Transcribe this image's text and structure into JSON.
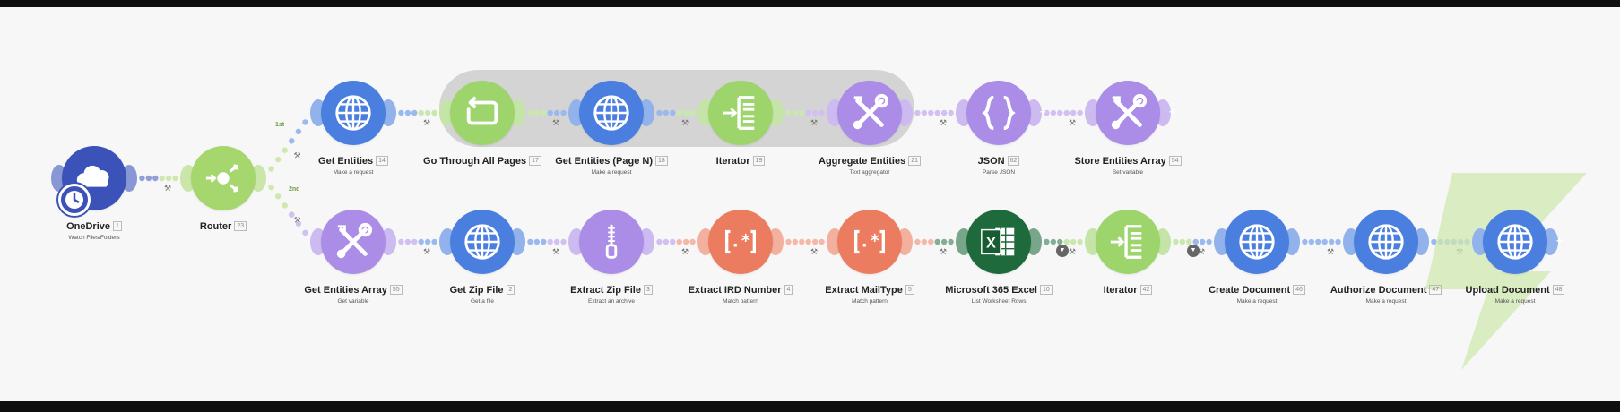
{
  "scenario": {
    "routes": [
      "1st",
      "2nd"
    ],
    "modules": [
      {
        "key": "onedrive",
        "label": "OneDrive",
        "id": "1",
        "sub": "Watch Files/Folders",
        "color": "#3b53b8",
        "icon": "onedrive-cloud-icon"
      },
      {
        "key": "router",
        "label": "Router",
        "id": "23",
        "sub": "",
        "color": "#a6d66e",
        "icon": "router-icon"
      },
      {
        "key": "get_entities",
        "label": "Get Entities",
        "id": "14",
        "sub": "Make a request",
        "color": "#4a7fe0",
        "icon": "globe-icon"
      },
      {
        "key": "go_through",
        "label": "Go Through All Pages",
        "id": "17",
        "sub": "",
        "color": "#9dd46c",
        "icon": "repeat-icon"
      },
      {
        "key": "get_entities_n",
        "label": "Get Entities (Page N)",
        "id": "18",
        "sub": "Make a request",
        "color": "#4a7fe0",
        "icon": "globe-icon"
      },
      {
        "key": "iterator1",
        "label": "Iterator",
        "id": "19",
        "sub": "",
        "color": "#9dd46c",
        "icon": "iterator-icon"
      },
      {
        "key": "aggregate",
        "label": "Aggregate Entities",
        "id": "21",
        "sub": "Text aggregator",
        "color": "#ab8ce6",
        "icon": "tools-icon"
      },
      {
        "key": "json",
        "label": "JSON",
        "id": "62",
        "sub": "Parse JSON",
        "color": "#ab8ce6",
        "icon": "json-braces-icon"
      },
      {
        "key": "store_array",
        "label": "Store Entities Array",
        "id": "54",
        "sub": "Set variable",
        "color": "#ab8ce6",
        "icon": "tools-icon"
      },
      {
        "key": "get_array",
        "label": "Get Entities Array",
        "id": "55",
        "sub": "Get variable",
        "color": "#ab8ce6",
        "icon": "tools-icon"
      },
      {
        "key": "get_zip",
        "label": "Get Zip File",
        "id": "2",
        "sub": "Get a file",
        "color": "#4a7fe0",
        "icon": "globe-icon"
      },
      {
        "key": "extract_zip",
        "label": "Extract Zip File",
        "id": "3",
        "sub": "Extract an archive",
        "color": "#ab8ce6",
        "icon": "zip-icon"
      },
      {
        "key": "extract_ird",
        "label": "Extract IRD Number",
        "id": "4",
        "sub": "Match pattern",
        "color": "#ec7c5f",
        "icon": "regex-icon"
      },
      {
        "key": "extract_mail",
        "label": "Extract MailType",
        "id": "5",
        "sub": "Match pattern",
        "color": "#ec7c5f",
        "icon": "regex-icon"
      },
      {
        "key": "excel",
        "label": "Microsoft 365 Excel",
        "id": "10",
        "sub": "List Worksheet Rows",
        "color": "#1e6a3c",
        "icon": "excel-icon"
      },
      {
        "key": "iterator2",
        "label": "Iterator",
        "id": "42",
        "sub": "",
        "color": "#9dd46c",
        "icon": "iterator-icon"
      },
      {
        "key": "create_doc",
        "label": "Create Document",
        "id": "46",
        "sub": "Make a request",
        "color": "#4a7fe0",
        "icon": "globe-icon"
      },
      {
        "key": "authorize_doc",
        "label": "Authorize Document",
        "id": "47",
        "sub": "Make a request",
        "color": "#4a7fe0",
        "icon": "globe-icon"
      },
      {
        "key": "upload_doc",
        "label": "Upload Document",
        "id": "48",
        "sub": "Make a request",
        "color": "#4a7fe0",
        "icon": "globe-icon"
      }
    ]
  }
}
